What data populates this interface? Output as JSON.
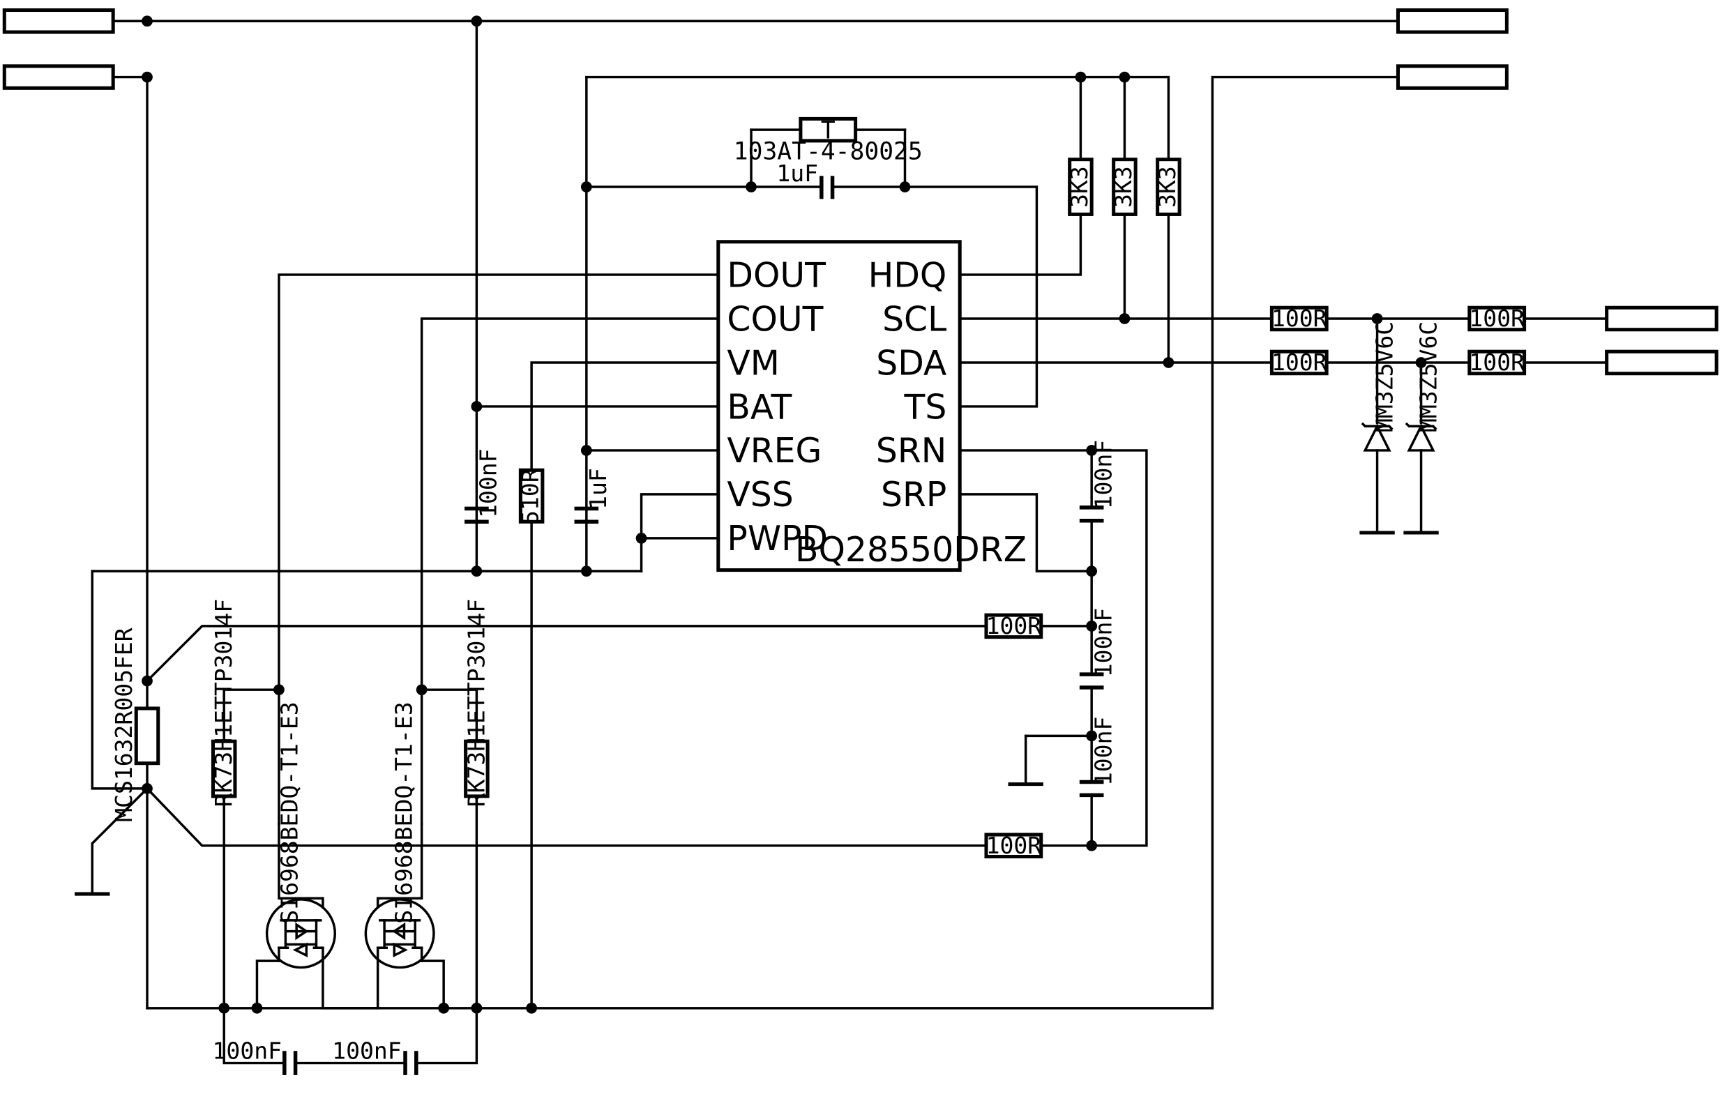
{
  "ic": {
    "part": "BQ28550DRZ",
    "left_pins": [
      "DOUT",
      "COUT",
      "VM",
      "BAT",
      "VREG",
      "VSS",
      "PWPD"
    ],
    "right_pins": [
      "HDQ",
      "SCL",
      "SDA",
      "TS",
      "SRN",
      "SRP"
    ]
  },
  "labels": {
    "thermistor_symbol": "T",
    "thermistor": "103AT-4-80025",
    "cap_1uf_top": "1uF",
    "pullup_1": "3K3",
    "pullup_2": "3K3",
    "pullup_3": "3K3",
    "r_scl_1": "100R",
    "r_scl_2": "100R",
    "r_sda_1": "100R",
    "r_sda_2": "100R",
    "tvs_1": "MM3Z5V6C",
    "tvs_2": "MM3Z5V6C",
    "cap_bat": "100nF",
    "r_vm": "510R",
    "cap_vreg": "1uF",
    "cap_srn": "100nF",
    "cap_mid": "100nF",
    "cap_srp": "100nF",
    "r_sense_top": "100R",
    "r_sense_bot": "100R",
    "shunt": "MCS1632R005FER",
    "r_gate_1": "RK73H1ETTP3014F",
    "r_gate_2": "RK73H1ETTP3014F",
    "mosfet_1": "SI6968BEDQ-T1-E3",
    "mosfet_2": "SI6968BEDQ-T1-E3",
    "cap_bottom_1": "100nF",
    "cap_bottom_2": "100nF"
  }
}
